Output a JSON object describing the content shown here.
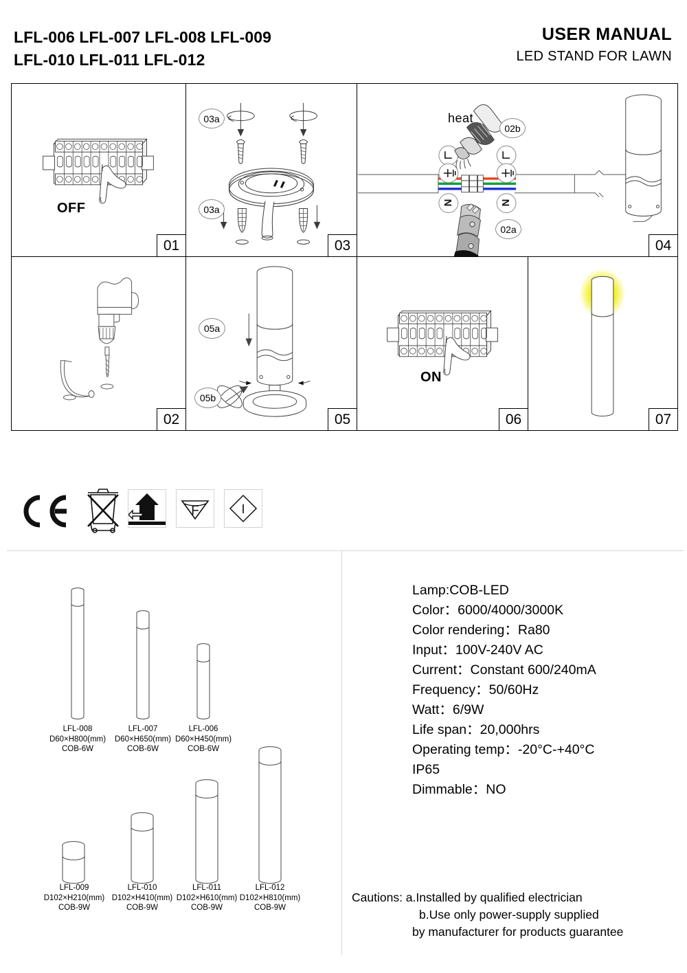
{
  "header": {
    "models_line1": "LFL-006 LFL-007 LFL-008 LFL-009",
    "models_line2": "LFL-010 LFL-011 LFL-012",
    "title": "USER MANUAL",
    "subtitle": "LED STAND FOR LAWN"
  },
  "panels": [
    {
      "id": "p01",
      "number": "01",
      "caption": "OFF",
      "callouts": []
    },
    {
      "id": "p03",
      "number": "03",
      "caption": "",
      "callouts": [
        "03a",
        "03a"
      ]
    },
    {
      "id": "p04",
      "number": "04",
      "caption": "heat",
      "callouts": [
        "02b",
        "02a"
      ],
      "terminal_labels": [
        "L",
        "N",
        "L",
        "N"
      ],
      "wire_colors": {
        "live": "#e8431a",
        "earth": "#00a03c",
        "neutral": "#1a2fd0"
      }
    },
    {
      "id": "p02",
      "number": "02",
      "caption": "",
      "callouts": []
    },
    {
      "id": "p05",
      "number": "05",
      "caption": "",
      "callouts": [
        "05a",
        "05b"
      ]
    },
    {
      "id": "p06",
      "number": "06",
      "caption": "ON",
      "callouts": []
    },
    {
      "id": "p07",
      "number": "07",
      "caption": "",
      "callouts": [],
      "glow_color": "#f2ef13"
    }
  ],
  "certifications": [
    {
      "name": "ce-mark",
      "label": "CE"
    },
    {
      "name": "weee-bin",
      "label": ""
    },
    {
      "name": "mounting-surface",
      "label": ""
    },
    {
      "name": "f-rating",
      "label": "F"
    },
    {
      "name": "class-i",
      "label": "I"
    }
  ],
  "specs": [
    "Lamp:COB-LED",
    "Color：6000/4000/3000K",
    "Color rendering：Ra80",
    "Input：100V-240V AC",
    "Current：Constant 600/240mA",
    "Frequency：50/60Hz",
    "Watt：6/9W",
    "Life span：20,000hrs",
    "Operating temp：-20°C-+40°C",
    "IP65",
    "Dimmable：NO"
  ],
  "cautions": {
    "line1": "Cautions: a.Installed by qualified electrician",
    "line2": "b.Use only power-supply supplied",
    "line3": "by manufacturer for products guarantee"
  },
  "products_row1": [
    {
      "model": "LFL-008",
      "dims": "D60×H800(mm)",
      "power": "COB-6W"
    },
    {
      "model": "LFL-007",
      "dims": "D60×H650(mm)",
      "power": "COB-6W"
    },
    {
      "model": "LFL-006",
      "dims": "D60×H450(mm)",
      "power": "COB-6W"
    }
  ],
  "products_row2": [
    {
      "model": "LFL-009",
      "dims": "D102×H210(mm)",
      "power": "COB-9W"
    },
    {
      "model": "LFL-010",
      "dims": "D102×H410(mm)",
      "power": "COB-9W"
    },
    {
      "model": "LFL-011",
      "dims": "D102×H610(mm)",
      "power": "COB-9W"
    },
    {
      "model": "LFL-012",
      "dims": "D102×H810(mm)",
      "power": "COB-9W"
    }
  ]
}
